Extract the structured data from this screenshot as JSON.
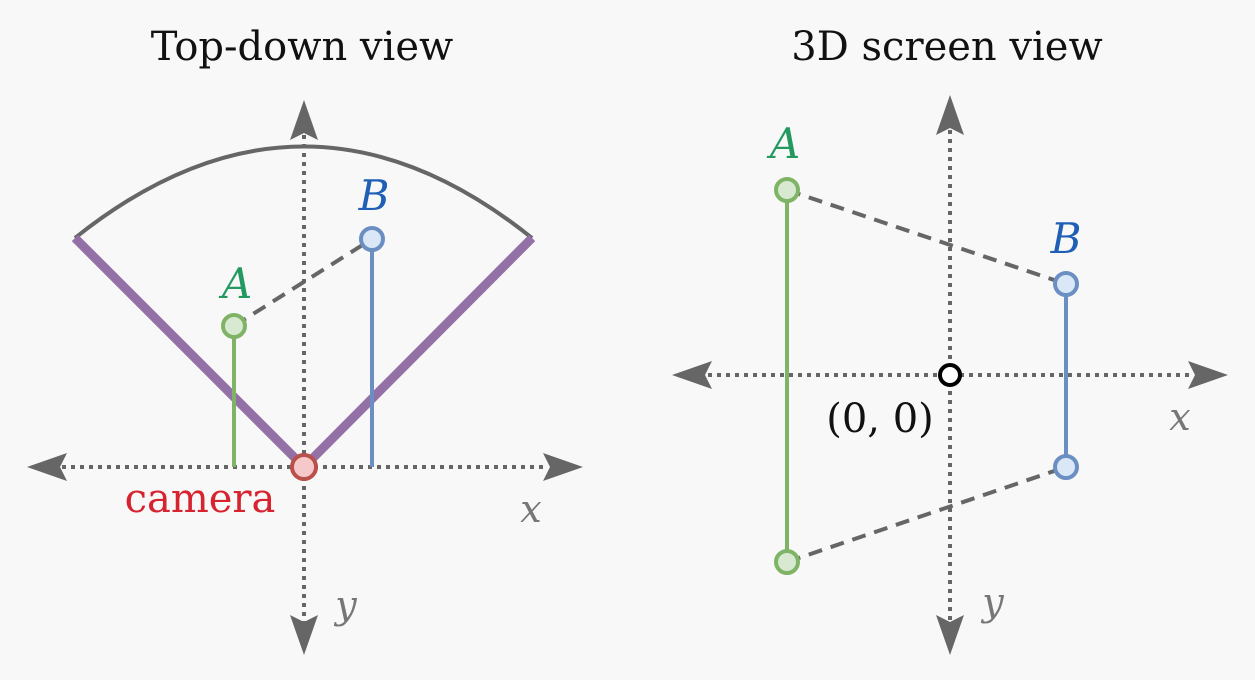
{
  "left_panel": {
    "title": "Top-down view",
    "point_a_label": "A",
    "point_b_label": "B",
    "camera_label": "camera",
    "x_axis_label": "x",
    "y_axis_label": "y"
  },
  "right_panel": {
    "title": "3D screen view",
    "point_a_label": "A",
    "point_b_label": "B",
    "origin_label": "(0, 0)",
    "x_axis_label": "x",
    "y_axis_label": "y"
  },
  "colors": {
    "a": "#7fb466",
    "a_label": "#23995f",
    "b": "#6b8fc2",
    "b_label": "#1f5fb5",
    "fov": "#9370a6",
    "camera": "#b8504c",
    "axis": "#666666"
  }
}
